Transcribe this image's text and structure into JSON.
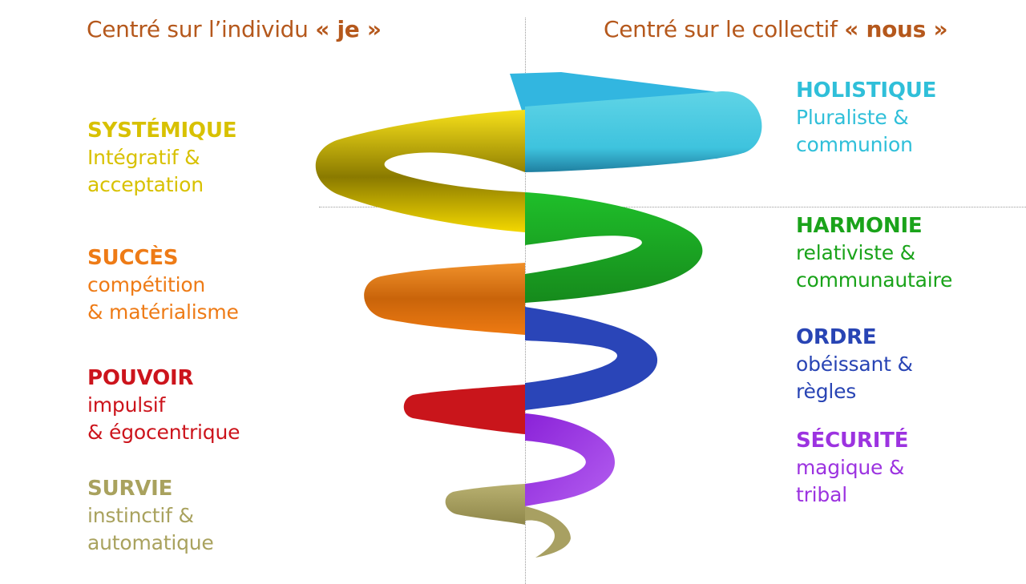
{
  "header": {
    "left": {
      "prefix": "Centré sur l’individu ",
      "emph": "« je »"
    },
    "right": {
      "prefix": "Centré sur le collectif ",
      "emph": "« nous »"
    }
  },
  "colors": {
    "header": "#b5581c",
    "holistique": "#2fbfd9",
    "systemique": "#d9c400",
    "harmonie": "#1aa31a",
    "succes": "#ee7b16",
    "ordre": "#2844b4",
    "pouvoir": "#cc141c",
    "securite": "#9c33e0",
    "survie": "#a9a25e"
  },
  "left_levels": [
    {
      "id": "systemique",
      "title": "SYSTÉMIQUE",
      "line1": "Intégratif &",
      "line2": "acceptation"
    },
    {
      "id": "succes",
      "title": "SUCCÈS",
      "line1": "compétition",
      "line2": "& matérialisme"
    },
    {
      "id": "pouvoir",
      "title": "POUVOIR",
      "line1": "impulsif",
      "line2": "& égocentrique"
    },
    {
      "id": "survie",
      "title": "SURVIE",
      "line1": "instinctif &",
      "line2": "automatique"
    }
  ],
  "right_levels": [
    {
      "id": "holistique",
      "title": "HOLISTIQUE",
      "line1": "Pluraliste &",
      "line2": "communion"
    },
    {
      "id": "harmonie",
      "title": "HARMONIE",
      "line1": "relativiste &",
      "line2": "communautaire"
    },
    {
      "id": "ordre",
      "title": "ORDRE",
      "line1": "obéissant &",
      "line2": "règles"
    },
    {
      "id": "securite",
      "title": "SÉCURITÉ",
      "line1": "magique &",
      "line2": "tribal"
    }
  ]
}
